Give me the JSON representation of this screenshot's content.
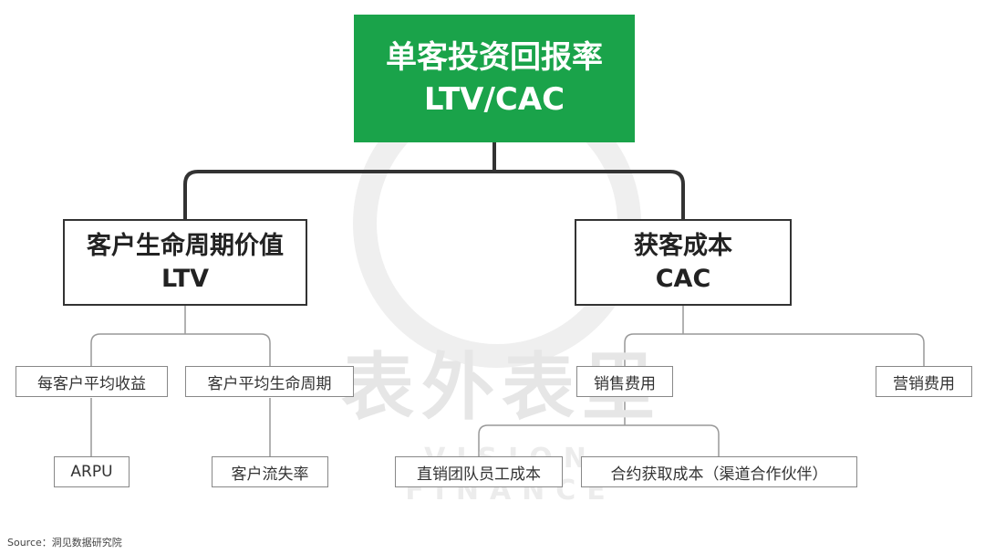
{
  "root": {
    "line1": "单客投资回报率",
    "line2": "LTV/CAC"
  },
  "ltv": {
    "line1": "客户生命周期价值",
    "line2": "LTV",
    "children": [
      "每客户平均收益",
      "客户平均生命周期"
    ],
    "grandchildren": [
      "ARPU",
      "客户流失率"
    ]
  },
  "cac": {
    "line1": "获客成本",
    "line2": "CAC",
    "children": [
      "销售费用",
      "营销费用"
    ],
    "grandchildren": [
      "直销团队员工成本",
      "合约获取成本（渠道合作伙伴）"
    ]
  },
  "watermark": {
    "main": "表外表里",
    "sub": "VISION FINANCE"
  },
  "source": "Source：洞见数据研究院",
  "colors": {
    "root_fill": "#1aa34a",
    "line_dark": "#333333",
    "line_light": "#999999"
  }
}
